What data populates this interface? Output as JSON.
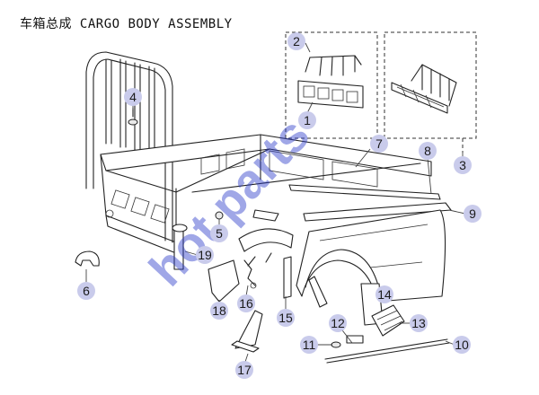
{
  "title": "车箱总成 CARGO BODY ASSEMBLY",
  "watermark": "hot parts",
  "accent_color": "#c9cbeb",
  "watermark_color": "#2d3bc9",
  "callouts": [
    "1",
    "2",
    "3",
    "4",
    "5",
    "6",
    "7",
    "8",
    "9",
    "10",
    "11",
    "12",
    "13",
    "14",
    "15",
    "16",
    "17",
    "18",
    "19"
  ]
}
